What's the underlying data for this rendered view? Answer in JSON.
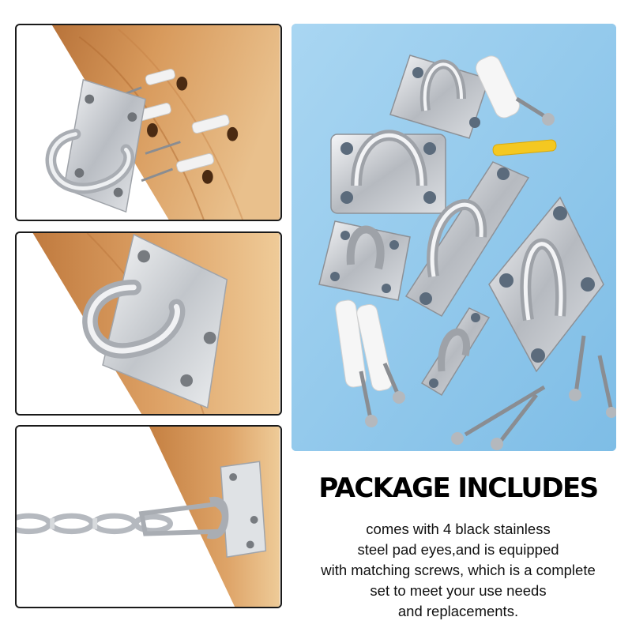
{
  "headline": "PACKAGE INCLUDES",
  "description_lines": [
    "comes with 4 black stainless",
    "steel pad eyes,and is equipped",
    "with matching screws, which is a complete",
    "set to meet your use needs",
    "and replacements."
  ],
  "colors": {
    "wood": "#c98a4e",
    "wood_light": "#e6bb86",
    "steel": "#c9ccd1",
    "photo_background": "#8cc8ec",
    "text": "#000000",
    "panel_border": "#1a1a1a"
  }
}
